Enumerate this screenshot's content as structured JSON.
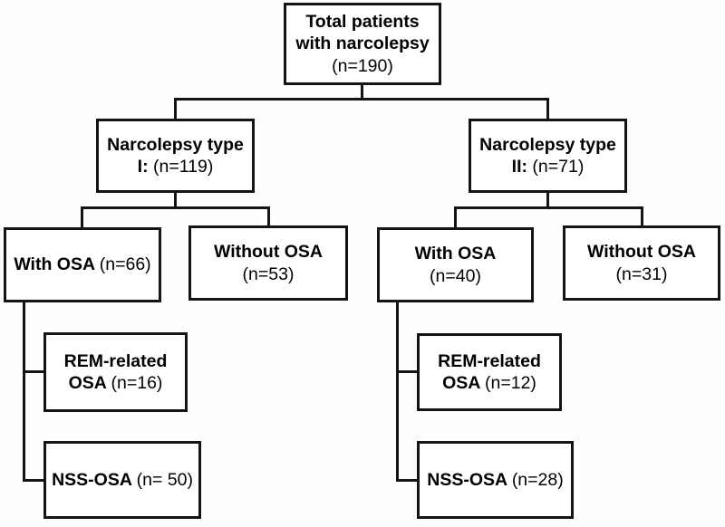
{
  "diagram": {
    "title": "Patient flow diagram of narcolepsy cohort with OSA subtypes",
    "type": "flowchart",
    "background_color": "#fefefe",
    "line_color": "#141414",
    "text_color": "#000000",
    "nodes": {
      "total": {
        "id": "total-patients",
        "label": "Total patients\nwith narcolepsy\n(n=190)",
        "bold_part": "Total patients with narcolepsy",
        "plain_part": "(n=190)",
        "count": 190
      },
      "nt1": {
        "id": "narcolepsy-type-1",
        "label": "Narcolepsy type\nI: (n=119)",
        "bold_part": "Narcolepsy type I:",
        "plain_part": "(n=119)",
        "count": 119
      },
      "nt2": {
        "id": "narcolepsy-type-2",
        "label": "Narcolepsy type\nII: (n=71)",
        "bold_part": "Narcolepsy type II:",
        "plain_part": "(n=71)",
        "count": 71
      },
      "nt1_with_osa": {
        "id": "nt1-with-osa",
        "label": "With OSA (n=66)",
        "bold_part": "With OSA",
        "plain_part": "(n=66)",
        "count": 66
      },
      "nt1_without_osa": {
        "id": "nt1-without-osa",
        "label": "Without OSA\n(n=53)",
        "bold_part": "Without OSA",
        "plain_part": "(n=53)",
        "count": 53
      },
      "nt2_with_osa": {
        "id": "nt2-with-osa",
        "label": "With OSA\n(n=40)",
        "bold_part": "With OSA",
        "plain_part": "(n=40)",
        "count": 40
      },
      "nt2_without_osa": {
        "id": "nt2-without-osa",
        "label": "Without OSA\n(n=31)",
        "bold_part": "Without OSA",
        "plain_part": "(n=31)",
        "count": 31
      },
      "nt1_rem_osa": {
        "id": "nt1-rem-related-osa",
        "label": "REM-related\nOSA (n=16)",
        "bold_part": "REM-related OSA",
        "plain_part": "(n=16)",
        "count": 16
      },
      "nt2_rem_osa": {
        "id": "nt2-rem-related-osa",
        "label": "REM-related\nOSA (n=12)",
        "bold_part": "REM-related OSA",
        "plain_part": "(n=12)",
        "count": 12
      },
      "nt1_nss_osa": {
        "id": "nt1-nss-osa",
        "label": "NSS-OSA (n= 50)",
        "bold_part": "NSS-OSA",
        "plain_part": "(n= 50)",
        "count": 50
      },
      "nt2_nss_osa": {
        "id": "nt2-nss-osa",
        "label": "NSS-OSA (n=28)",
        "bold_part": "NSS-OSA",
        "plain_part": "(n=28)",
        "count": 28
      }
    }
  }
}
